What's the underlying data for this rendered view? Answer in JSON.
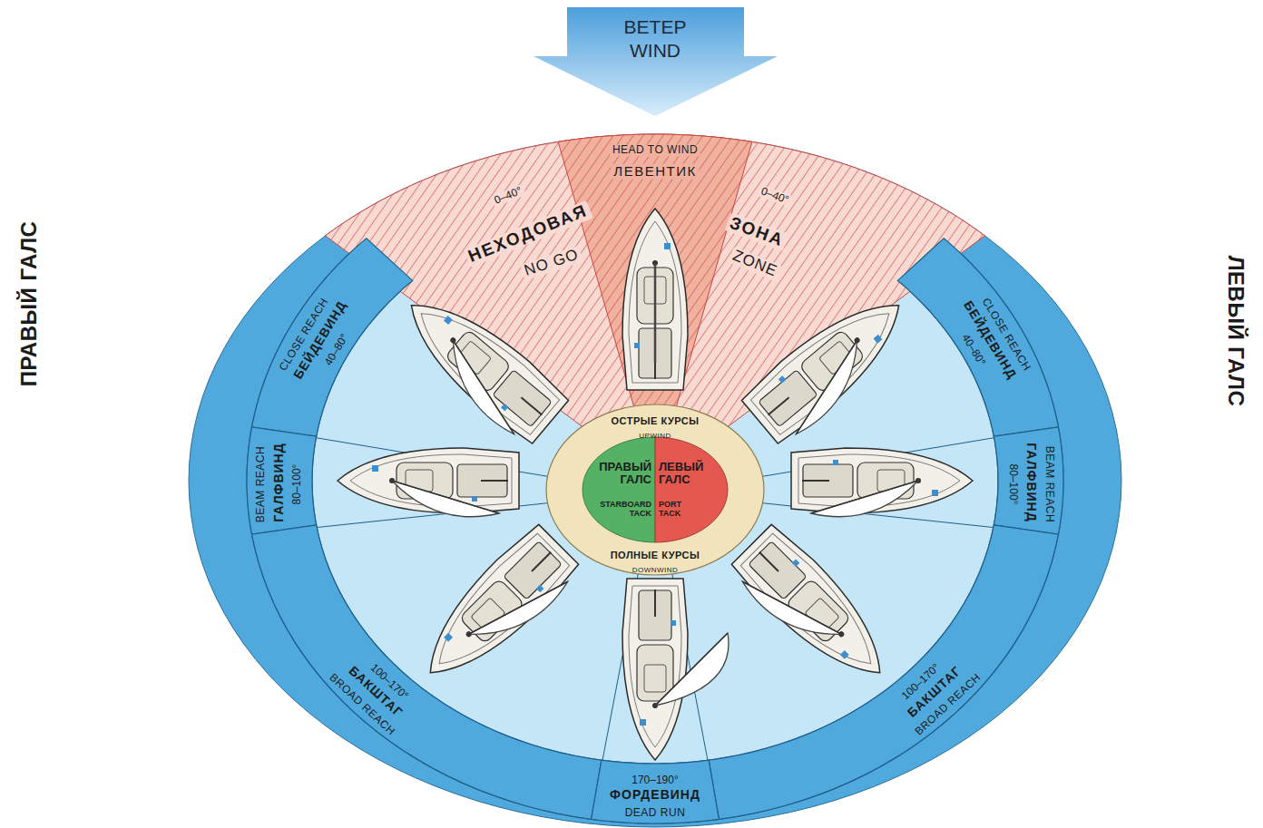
{
  "diagram": {
    "nodes": [
      {
        "text": [
          "ВЕТЕР",
          "WIND"
        ]
      },
      {
        "text": [
          "0–40°",
          "НЕХОДОВАЯ",
          "NO GO",
          "0–40°",
          "ЗОНА",
          "ZONE"
        ]
      },
      {
        "text": [
          "HEAD TO WIND",
          "ЛЕВЕНТИК"
        ],
        "in": 1
      },
      {
        "text": [
          "CLOSE REACH",
          "БЕЙДЕВИНД",
          "40–80°"
        ]
      },
      {
        "text": [
          "CLOSE REACH",
          "БЕЙДЕВИНД",
          "40–80°"
        ]
      },
      {
        "text": [
          "BEAM REACH",
          "ГАЛФВИНД",
          "80–100°"
        ]
      },
      {
        "text": [
          "BEAM REACH",
          "ГАЛФВИНД",
          "80–100°"
        ]
      },
      {
        "text": [
          "100–170°",
          "БАКШТАГ",
          "BROAD REACH"
        ]
      },
      {
        "text": [
          "100–170°",
          "БАКШТАГ",
          "BROAD REACH"
        ]
      },
      {
        "text": [
          "170–190°",
          "ФОРДЕВИНД",
          "DEAD RUN"
        ]
      },
      {
        "text": [
          "ОСТРЫЕ КУРСЫ",
          "UPWIND",
          "ПОЛНЫЕ КУРСЫ",
          "DOWNWIND"
        ]
      },
      {
        "text": [
          "ПРАВЫЙ ГАЛС",
          "STARBOARD TACK"
        ],
        "in": 10
      },
      {
        "text": [
          "ЛЕВЫЙ ГАЛС",
          "PORT TACK"
        ],
        "in": 10
      }
    ],
    "labels": [
      "ПРАВЫЙ ГАЛС",
      "ЛЕВЫЙ ГАЛС"
    ]
  }
}
